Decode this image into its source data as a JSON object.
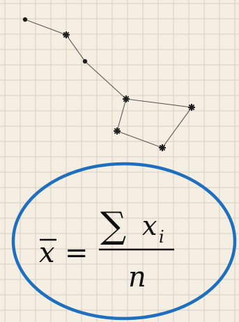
{
  "formula": {
    "lhs_symbol": "x",
    "equals": "=",
    "sum_symbol": "∑",
    "summand": "x",
    "subscript": "i",
    "denominator": "n"
  },
  "colors": {
    "paper": "#f4eee3",
    "grid": "#d6cfc3",
    "ink": "#2b2b2b",
    "circle": "#1f6fc0"
  },
  "icons": {
    "dot": "dot-star-icon",
    "asterisk": "asterisk-star-icon"
  }
}
